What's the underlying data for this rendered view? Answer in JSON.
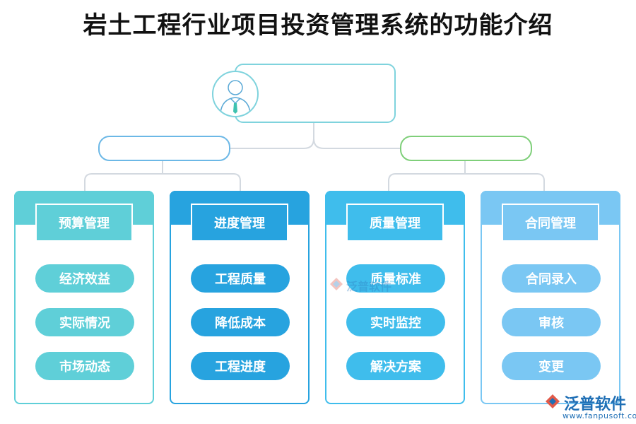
{
  "title": "岩土工程行业项目投资管理系统的功能介绍",
  "root": {
    "label": "",
    "icon": "person-icon"
  },
  "branches": [
    {
      "label": "",
      "color": "#6cb8e6"
    },
    {
      "label": "",
      "color": "#7fcf7a"
    }
  ],
  "modules": [
    {
      "header": "预算管理",
      "color": "#5fcfd8",
      "items": [
        "经济效益",
        "实际情况",
        "市场动态"
      ]
    },
    {
      "header": "进度管理",
      "color": "#27a3df",
      "items": [
        "工程质量",
        "降低成本",
        "工程进度"
      ]
    },
    {
      "header": "质量管理",
      "color": "#3fbdec",
      "items": [
        "质量标准",
        "实时监控",
        "解决方案"
      ]
    },
    {
      "header": "合同管理",
      "color": "#7ac7f3",
      "items": [
        "合同录入",
        "审核",
        "变更"
      ]
    }
  ],
  "watermark": {
    "text": "泛普软件",
    "icon": "fanpu-logo-icon"
  },
  "logo": {
    "text": "泛普软件",
    "url": "www.fanpusoft.com",
    "icon": "fanpu-logo-icon"
  }
}
